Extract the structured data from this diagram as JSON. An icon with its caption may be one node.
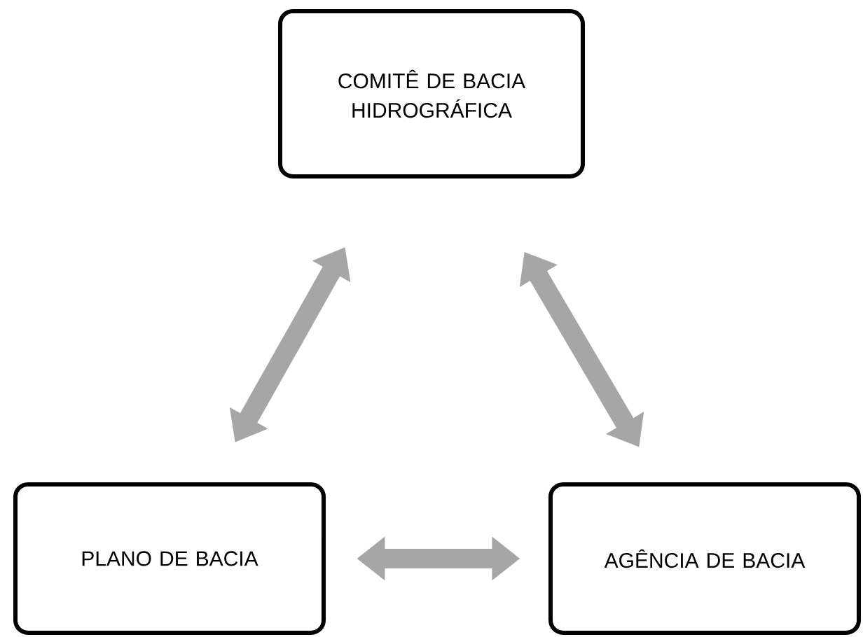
{
  "diagram": {
    "nodes": [
      {
        "text": [
          "COMITÊ DE BACIA HIDROGRÁFICA"
        ]
      },
      {
        "text": [
          "PLANO DE BACIA"
        ]
      },
      {
        "text": [
          "AGÊNCIA DE BACIA"
        ]
      }
    ],
    "edges": [
      {
        "from": 1,
        "to": 0,
        "arrow": "both"
      },
      {
        "from": 0,
        "to": 2,
        "arrow": "both"
      },
      {
        "from": 1,
        "to": 2,
        "arrow": "both"
      }
    ]
  }
}
